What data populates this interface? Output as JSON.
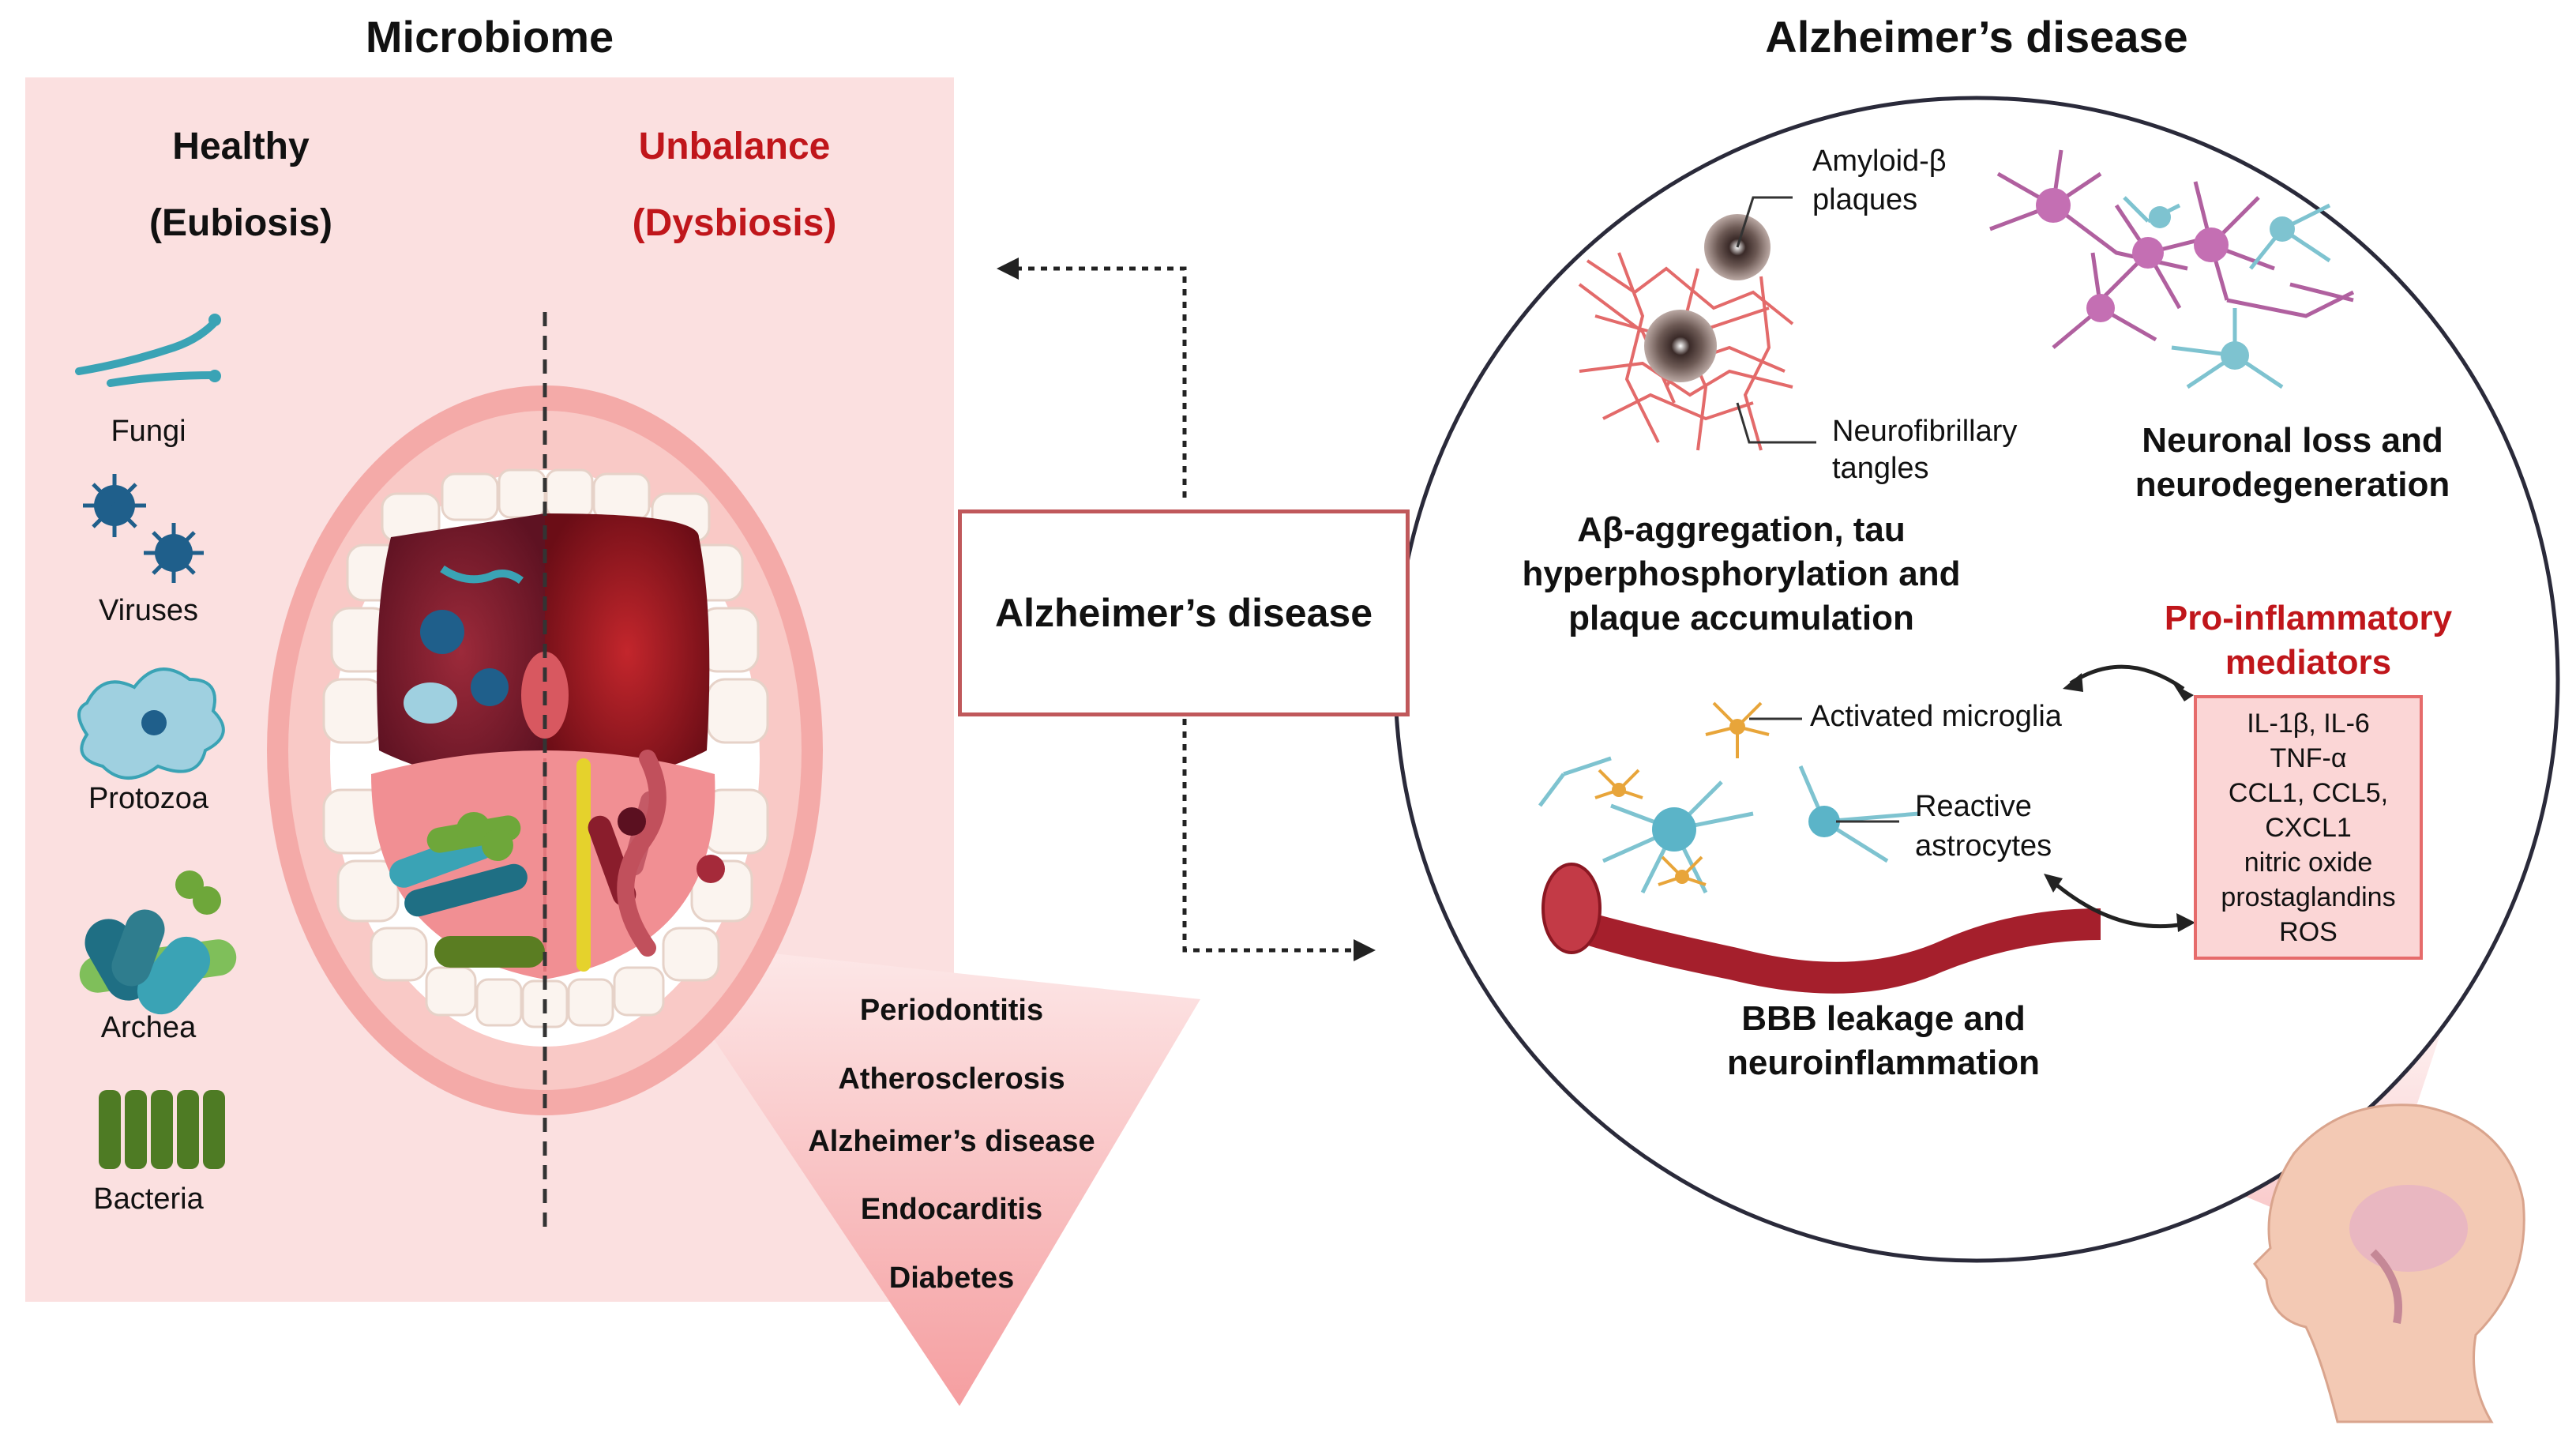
{
  "microbiome": {
    "title": "Microbiome",
    "healthy_line1": "Healthy",
    "healthy_line2": "(Eubiosis)",
    "unbalance_line1": "Unbalance",
    "unbalance_line2": "(Dysbiosis)",
    "microbes": [
      "Fungi",
      "Viruses",
      "Protozoa",
      "Archea",
      "Bacteria"
    ],
    "conditions": [
      "Periodontitis",
      "Atherosclerosis",
      "Alzheimer’s disease",
      "Endocarditis",
      "Diabetes"
    ]
  },
  "center_box": {
    "label": "Alzheimer’s disease"
  },
  "ad": {
    "title": "Alzheimer’s disease",
    "amyloid_line1": "Amyloid-β",
    "amyloid_line2": "plaques",
    "tangles_line1": "Neurofibrillary",
    "tangles_line2": "tangles",
    "neuronal_line1": "Neuronal loss and",
    "neuronal_line2": "neurodegeneration",
    "abeta_line1": "Aβ-aggregation, tau",
    "abeta_line2": "hyperphosphorylation and",
    "abeta_line3": "plaque accumulation",
    "microglia": "Activated microglia",
    "astro_line1": "Reactive",
    "astro_line2": "astrocytes",
    "bbb_line1": "BBB leakage and",
    "bbb_line2": "neuroinflammation",
    "proinf_line1": "Pro-inflammatory",
    "proinf_line2": "mediators",
    "mediators": [
      "IL-1β, IL-6",
      "TNF-α",
      "CCL1, CCL5,",
      "CXCL1",
      "nitric oxide",
      "prostaglandins",
      "ROS"
    ]
  },
  "colors": {
    "panel_pink": "#fbe0e0",
    "accent_red": "#c0161b",
    "microbe_teal": "#3aa3b5",
    "bacteria_green": "#4e7b24",
    "box_border": "#c0585b"
  }
}
